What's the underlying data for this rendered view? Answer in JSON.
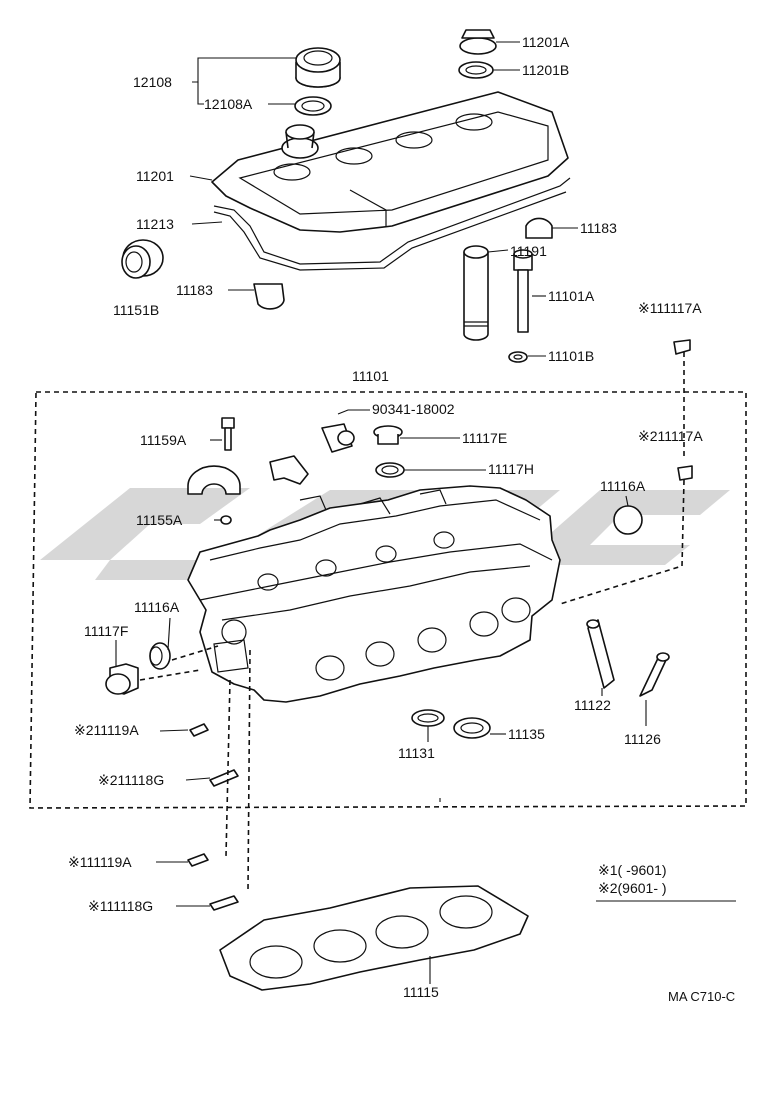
{
  "diagram": {
    "parts": {
      "p12108": "12108",
      "p12108A": "12108A",
      "p11201A": "11201A",
      "p11201B": "11201B",
      "p11201": "11201",
      "p11213": "11213",
      "p11183_top": "11183",
      "p11183_left": "11183",
      "p11151B": "11151B",
      "p11191": "11191",
      "p11101A": "11101A",
      "p11101B": "11101B",
      "p11117A_1": "※111117A",
      "p11117A_2": "※211117A",
      "p11101": "11101",
      "p90341": "90341-18002",
      "p11159A": "11159A",
      "p11117E": "11117E",
      "p11117H": "11117H",
      "p11116A_right": "11116A",
      "p11155A": "11155A",
      "p11116A_left": "11116A",
      "p11117F": "11117F",
      "p11119A_2": "※211119A",
      "p11118G_2": "※211118G",
      "p11119A_1": "※111119A",
      "p11118G_1": "※111118G",
      "p11122": "11122",
      "p11126": "11126",
      "p11131": "11131",
      "p11135": "11135",
      "p11115": "11115"
    },
    "notes": {
      "line1": "※1(     -9601)",
      "line2": "※2(9601-      )"
    },
    "reference_code": "MA C710-C"
  }
}
